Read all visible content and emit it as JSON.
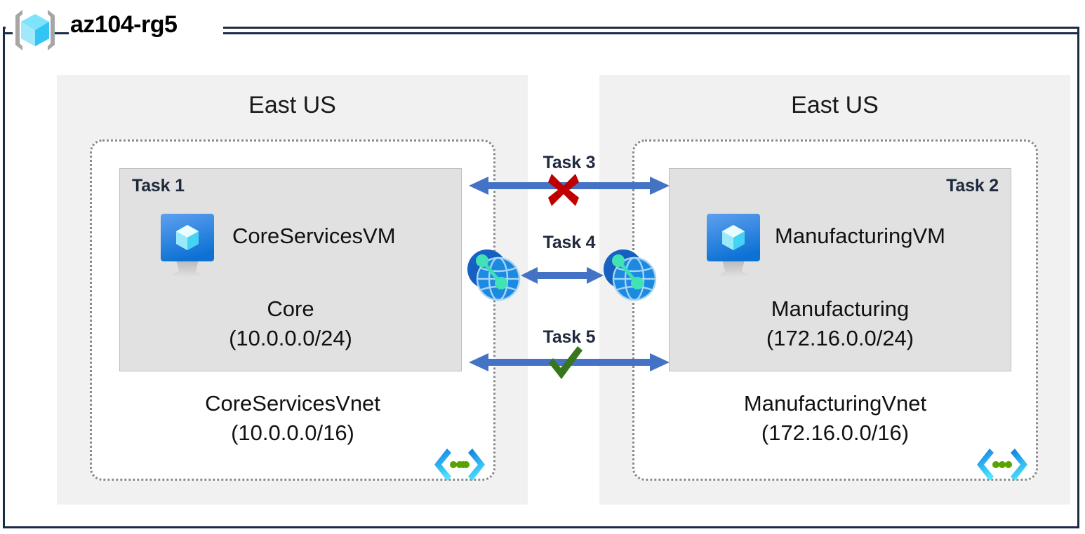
{
  "resource_group": {
    "name": "az104-rg5",
    "icon": "resource-group-cube-icon"
  },
  "regions": [
    {
      "id": "left",
      "label": "East US",
      "vnet": {
        "name": "CoreServicesVnet",
        "cidr": "(10.0.0.0/16)",
        "icon": "vnet-icon"
      },
      "subnet": {
        "task_tag": "Task 1",
        "task_tag_align": "left",
        "name": "Core",
        "cidr": "(10.0.0.0/24)",
        "vm": {
          "name": "CoreServicesVM",
          "icon": "virtual-machine-icon"
        }
      }
    },
    {
      "id": "right",
      "label": "East US",
      "vnet": {
        "name": "ManufacturingVnet",
        "cidr": "(172.16.0.0/16)",
        "icon": "vnet-icon"
      },
      "subnet": {
        "task_tag": "Task 2",
        "task_tag_align": "right",
        "name": "Manufacturing",
        "cidr": "(172.16.0.0/24)",
        "vm": {
          "name": "ManufacturingVM",
          "icon": "virtual-machine-icon"
        }
      }
    }
  ],
  "connectors": [
    {
      "id": "task3",
      "label": "Task 3",
      "style": "double-arrow-long",
      "status_mark": "x",
      "status_meaning": "blocked"
    },
    {
      "id": "task4",
      "label": "Task 4",
      "style": "double-arrow-short",
      "status_mark": "none",
      "status_meaning": "peering",
      "endpoint_icon": "vnet-peering-icon"
    },
    {
      "id": "task5",
      "label": "Task 5",
      "style": "double-arrow-long",
      "status_mark": "check",
      "status_meaning": "allowed"
    }
  ],
  "colors": {
    "frame": "#1b2a47",
    "region_bg": "#f1f1f1",
    "subnet_bg": "#e1e1e1",
    "vnet_border": "#8a8a8a",
    "arrow": "#4472c4",
    "mark_x": "#c00000",
    "mark_check": "#38761d",
    "azure_blue": "#0078d4",
    "cube_cyan": "#50e6ff"
  }
}
